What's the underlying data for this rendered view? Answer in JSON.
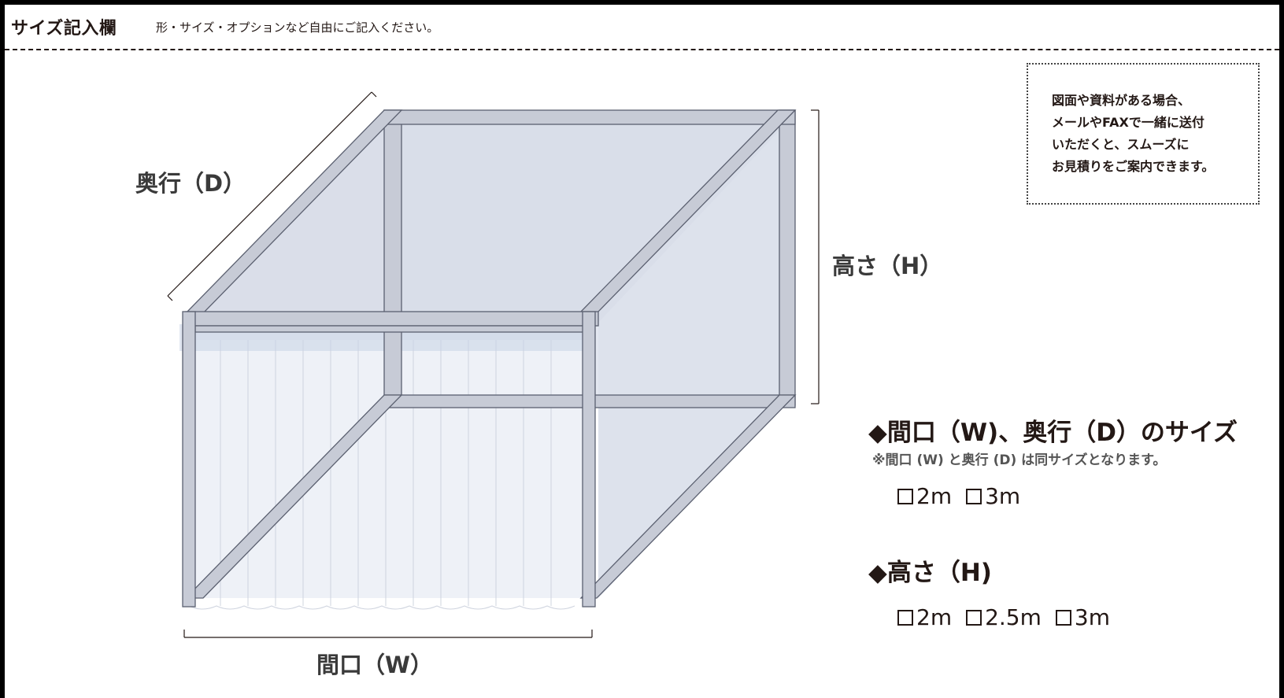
{
  "header": {
    "title": "サイズ記入欄",
    "note": "形・サイズ・オプションなど自由にご記入ください。"
  },
  "figure": {
    "depth_label": "奥行（D）",
    "height_label": "高さ（H）",
    "width_label": "間口（W）"
  },
  "note_box": {
    "lines": [
      "図面や資料がある場合、",
      "メールやFAXで一緒に送付",
      "いただくと、スムーズに",
      "お見積りをご案内できます。"
    ]
  },
  "width_depth_section": {
    "title": "◆間口（W)、奥行（D）のサイズ",
    "note": "※間口 (W) と奥行 (D) は同サイズとなります。",
    "options": [
      "2m",
      "3m"
    ]
  },
  "height_section": {
    "title": "◆高さ（H)",
    "options": [
      "2m",
      "2.5m",
      "3m"
    ]
  },
  "colors": {
    "frame_fill": "#c7cbd6",
    "frame_stroke": "#5b6070",
    "glass": "#dfe4ef",
    "curtain": "#eef1f7",
    "text": "#231815"
  }
}
